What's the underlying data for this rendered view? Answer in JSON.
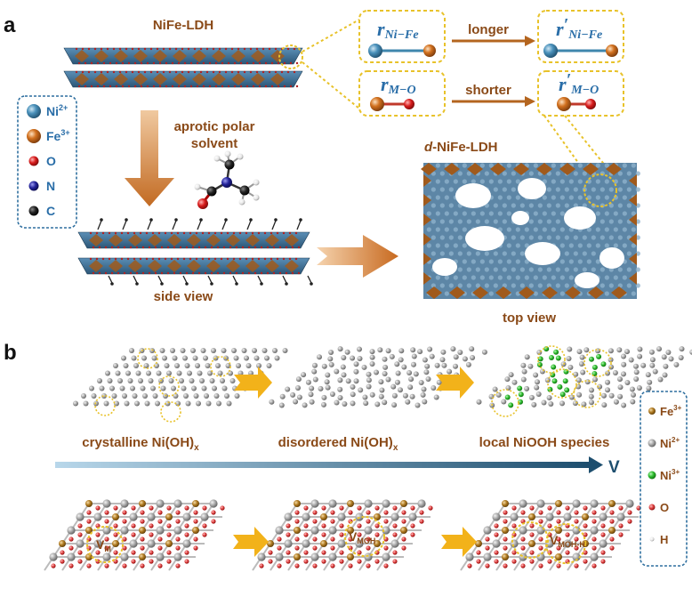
{
  "panel_a": {
    "label": "a",
    "title_ldh": "NiFe-LDH",
    "arrow_text_line1": "aprotic polar",
    "arrow_text_line2": "solvent",
    "side_view": "side view",
    "d_prefix": "d",
    "d_title_rest": "-NiFe-LDH",
    "top_view": "top view",
    "bond_ni_fe": {
      "r": "r",
      "prime": "′",
      "sub": "Ni−Fe"
    },
    "bond_m_o": {
      "r": "r",
      "prime": "′",
      "sub": "M−O"
    },
    "longer": "longer",
    "shorter": "shorter",
    "legend": [
      {
        "base": "Ni",
        "sup": "2+",
        "color": "#3f86ad"
      },
      {
        "base": "Fe",
        "sup": "3+",
        "color": "#c8661d"
      },
      {
        "base": "O",
        "sup": "",
        "color": "#d21c1c"
      },
      {
        "base": "N",
        "sup": "",
        "color": "#1d1d8e"
      },
      {
        "base": "C",
        "sup": "",
        "color": "#111111"
      }
    ]
  },
  "panel_b": {
    "label": "b",
    "stage1_base": "crystalline Ni(OH)",
    "stage2_base": "disordered Ni(OH)",
    "stage_sub": "x",
    "stage3": "local NiOOH species",
    "v_label": "V",
    "vac1_base": "V",
    "vac1_sub": "M",
    "vac2_base": "V",
    "vac2_sub": "MOH",
    "vac3_base": "V",
    "vac3_sub": "MOH-H",
    "legend": [
      {
        "base": "Fe",
        "sup": "3+",
        "color": "#a87922"
      },
      {
        "base": "Ni",
        "sup": "2+",
        "color": "#aaaaaa"
      },
      {
        "base": "Ni",
        "sup": "3+",
        "color": "#2eb82e"
      },
      {
        "base": "O",
        "sup": "",
        "color": "#d23a3a"
      },
      {
        "base": "H",
        "sup": "",
        "color": "#dddddd"
      }
    ]
  },
  "colors": {
    "ni": "#3f86ad",
    "fe": "#c8661d",
    "blue_text": "#2a6ea8",
    "brown_text": "#8a4a18",
    "dashed_yellow": "#e8c22a",
    "legend_border": "#2f6f9f",
    "arrow_gold": "#f2b21a"
  }
}
